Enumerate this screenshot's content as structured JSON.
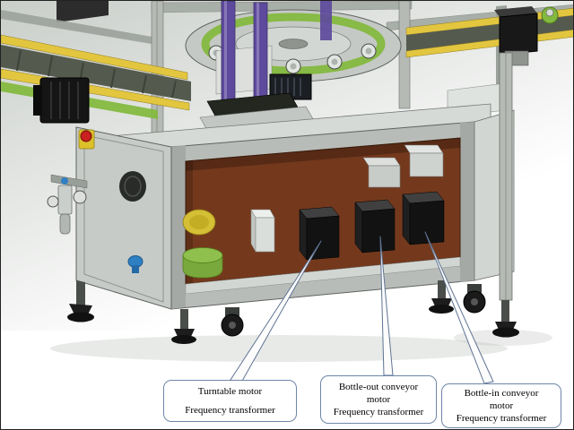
{
  "figure_type": "annotated-cad-render",
  "callouts": [
    {
      "name": "turntable-motor",
      "lines": [
        "Turntable motor",
        "Frequency transformer"
      ]
    },
    {
      "name": "bottle-out-conveyor-motor",
      "lines": [
        "Bottle-out conveyor",
        "motor",
        "Frequency transformer"
      ]
    },
    {
      "name": "bottle-in-conveyor-motor",
      "lines": [
        "Bottle-in conveyor",
        "motor",
        "Frequency transformer"
      ]
    }
  ],
  "colors": {
    "panel_brown": "#74391d",
    "machine_green": "#84b93f",
    "rail_yellow": "#e3c63f",
    "column_purple": "#5d4a9c",
    "callout_border": "#6f86a8"
  }
}
